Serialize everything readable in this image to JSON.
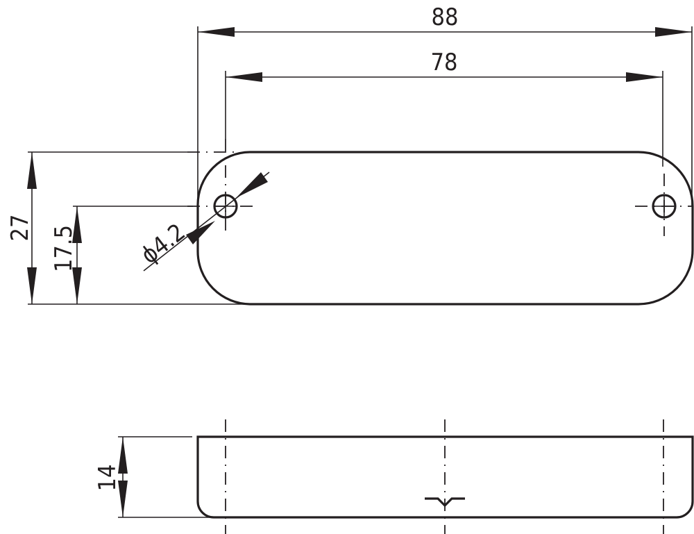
{
  "drawing": {
    "type": "technical-drawing",
    "views": [
      "top-view",
      "side-view"
    ],
    "line_color": "#231f20",
    "background": "#ffffff"
  },
  "dimensions": {
    "overall_length": "88",
    "hole_spacing": "78",
    "overall_width": "27",
    "hole_offset": "17.5",
    "hole_diameter": "ϕ4.2",
    "thickness": "14"
  }
}
